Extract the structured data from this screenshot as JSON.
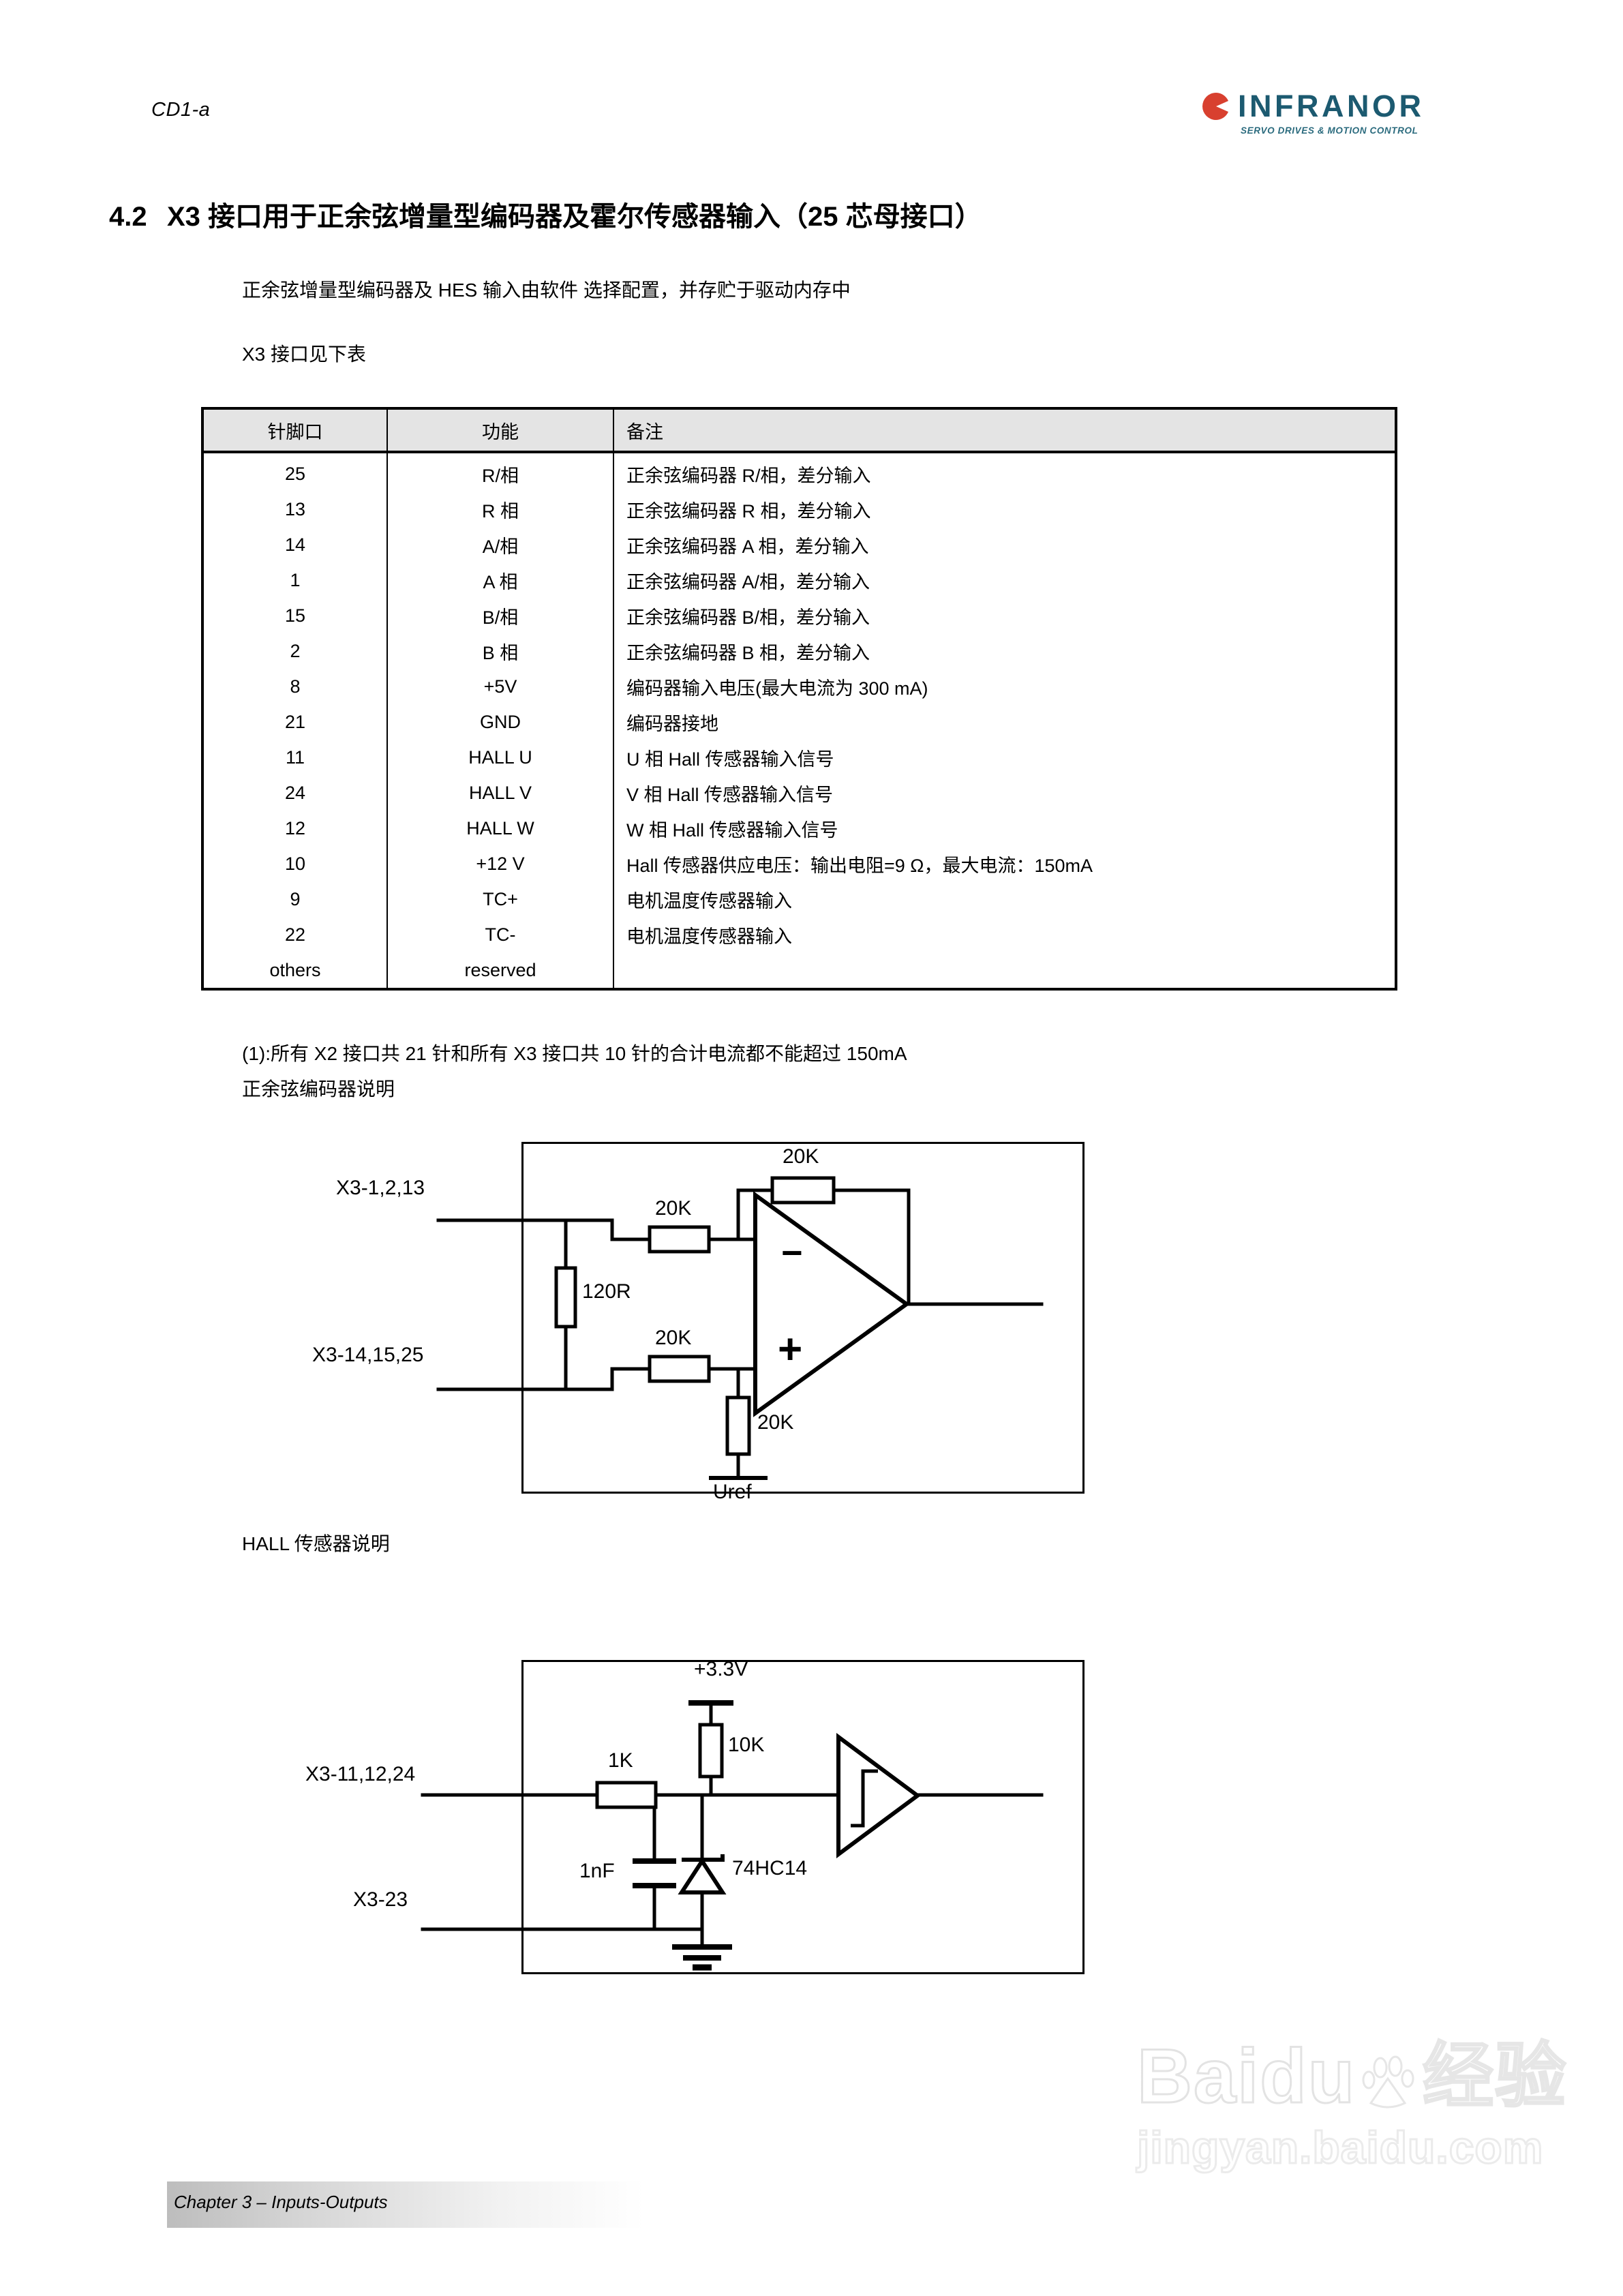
{
  "header": {
    "doc_code": "CD1-a",
    "logo_word": "INFRANOR",
    "logo_tagline": "SERVO DRIVES & MOTION CONTROL",
    "logo_mark_icon": "infranor-circle-icon",
    "logo_color_dark": "#1c5a70",
    "logo_color_red": "#d8402f"
  },
  "section": {
    "number": "4.2",
    "title": "X3 接口用于正余弦增量型编码器及霍尔传感器输入（25 芯母接口）",
    "intro": "正余弦增量型编码器及 HES 输入由软件  选择配置，并存贮于驱动内存中",
    "see_below": "X3 接口见下表"
  },
  "pin_table": {
    "columns": [
      "针脚口",
      "功能",
      "备注"
    ],
    "header_bg": "#e4e4e4",
    "rows": [
      {
        "pin": "25",
        "function": "R/相",
        "remark": "正余弦编码器 R/相，差分输入"
      },
      {
        "pin": "13",
        "function": "R 相",
        "remark": "正余弦编码器 R 相，差分输入"
      },
      {
        "pin": "14",
        "function": "A/相",
        "remark": "正余弦编码器 A 相，差分输入"
      },
      {
        "pin": "1",
        "function": "A 相",
        "remark": "正余弦编码器 A/相，差分输入"
      },
      {
        "pin": "15",
        "function": "B/相",
        "remark": "正余弦编码器 B/相，差分输入"
      },
      {
        "pin": "2",
        "function": "B 相",
        "remark": "正余弦编码器 B 相，差分输入"
      },
      {
        "pin": "8",
        "function": "+5V",
        "remark": "编码器输入电压(最大电流为 300 mA)"
      },
      {
        "pin": "21",
        "function": "GND",
        "remark": "编码器接地"
      },
      {
        "pin": "11",
        "function": "HALL U",
        "remark": "U 相 Hall 传感器输入信号"
      },
      {
        "pin": "24",
        "function": "HALL V",
        "remark": "V 相 Hall 传感器输入信号"
      },
      {
        "pin": "12",
        "function": "HALL W",
        "remark": "W 相 Hall 传感器输入信号"
      },
      {
        "pin": "10",
        "function": "+12 V",
        "remark": "Hall 传感器供应电压：输出电阻=9 Ω，最大电流：150mA"
      },
      {
        "pin": "9",
        "function": "TC+",
        "remark": "电机温度传感器输入"
      },
      {
        "pin": "22",
        "function": "TC-",
        "remark": "电机温度传感器输入"
      },
      {
        "pin": "others",
        "function": "reserved",
        "remark": ""
      }
    ]
  },
  "notes": {
    "note1": "(1):所有 X2 接口共 21 针和所有 X3 接口共 10 针的合计电流都不能超过 150mA",
    "note2": "正余弦编码器说明",
    "hall_caption": "HALL 传感器说明"
  },
  "schematic_encoder": {
    "input_top_label": "X3-1,2,13",
    "input_bottom_label": "X3-14,15,25",
    "r_term": "120R",
    "r_in_minus": "20K",
    "r_in_plus": "20K",
    "r_feedback": "20K",
    "r_bias": "20K",
    "uref_label": "Uref",
    "opamp_minus": "−",
    "opamp_plus": "+"
  },
  "schematic_hall": {
    "input_label": "X3-11,12,24",
    "ground_label": "X3-23",
    "supply": "+3.3V",
    "r_series": "1K",
    "r_pullup": "10K",
    "cap": "1nF",
    "schmitt": "74HC14"
  },
  "footer": {
    "chapter": "Chapter 3 – Inputs-Outputs"
  },
  "watermark": {
    "brand": "Baidu",
    "brand_cn": "经验",
    "url": "jingyan.baidu.com"
  }
}
